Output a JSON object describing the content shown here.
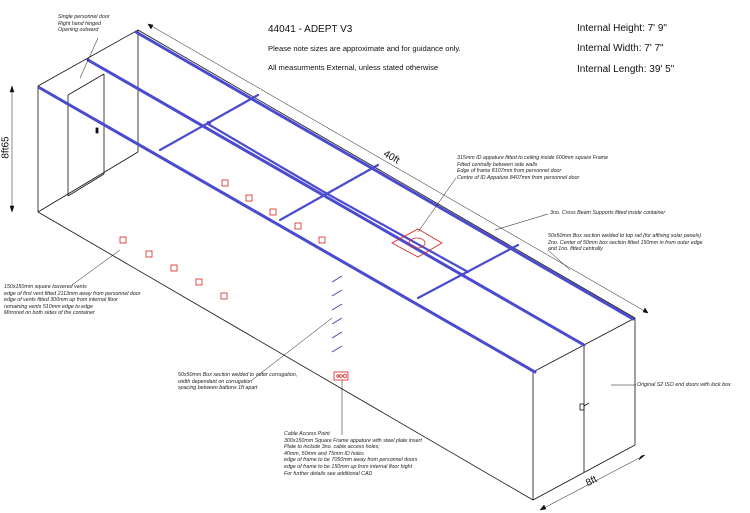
{
  "header": {
    "title": "44041 - ADEPT V3",
    "line1": "Please note sizes are approximate and for guidance only.",
    "line2": "All measurments External, unless stated otherwise"
  },
  "internal_dims": {
    "height": "Internal Height: 7' 9\"",
    "width": "Internal Width: 7' 7\"",
    "length": "Internal Length: 39' 5\""
  },
  "dimension_labels": {
    "length": "40ft",
    "height": "8ft65",
    "width": "8ft"
  },
  "notes": {
    "door": "Single personnel door\nRight hand hinged\nOpening outward",
    "appature": "315mm ID appature fitted to ceiling inside 600mm square Frame\nFitted centrally between side walls\nEdge of frame 8107mm from personnel door\nCentre of ID Appature 8407mm from personnel door",
    "cross_beams": "3no. Cross Beam Supports fitted inside container",
    "box_section_top": "50x50mm Box section welded to top rail (for affixing solar panels)\n2no. Center of 50mm box section fitted 150mm in from outer edge\nand 1no. fitted centrally",
    "vents": "150x150mm square louvered vents\nedge of first vent fitted 2113mm away from personnel door\nedge of vents fitted 300mm up from internal floor\nremaining vents 510mm edge to edge\nMirrored on both sides of the container",
    "box_section_side": "50x50mm Box section welded to outer corrugation,\nwidth dependant on corrugation\nspacing between battons 1ft apart",
    "end_doors": "Original S2 ISO end doors with lock box",
    "cable": "Cable Access Point\n300x150mm Square Frame appature with steel plate insert\nPlate to include 3no. cable access holes;\n40mm, 50mm and 75mm ID holes\nedge of frame to be 7050mm away from personnel doors\nedge of frame to be 150mm up from internal floor hight\nFor further details see additional CAD"
  },
  "colors": {
    "outline": "#111111",
    "rail": "#4b4bd0",
    "vent": "#d42020",
    "batten": "#3a3aa8"
  }
}
